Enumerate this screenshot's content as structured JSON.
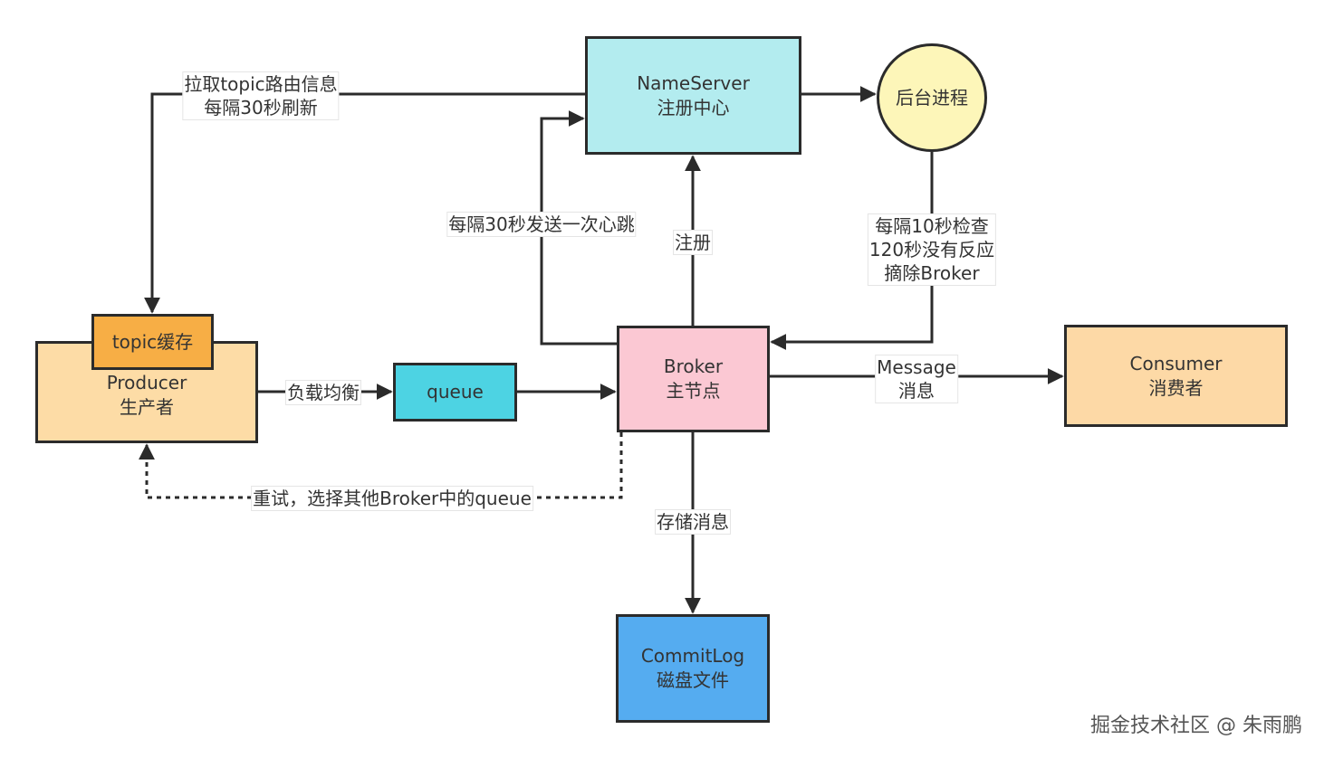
{
  "nodes": {
    "nameserver": {
      "line1": "NameServer",
      "line2": "注册中心"
    },
    "backend": {
      "label": "后台进程"
    },
    "topic_cache": {
      "label": "topic缓存"
    },
    "producer": {
      "line1": "Producer",
      "line2": "生产者"
    },
    "queue": {
      "label": "queue"
    },
    "broker": {
      "line1": "Broker",
      "line2": "主节点"
    },
    "consumer": {
      "line1": "Consumer",
      "line2": "消费者"
    },
    "commitlog": {
      "line1": "CommitLog",
      "line2": "磁盘文件"
    }
  },
  "edges": {
    "pull_route": {
      "line1": "拉取topic路由信息",
      "line2": "每隔30秒刷新"
    },
    "heartbeat": {
      "label": "每隔30秒发送一次心跳"
    },
    "register": {
      "label": "注册"
    },
    "check": {
      "line1": "每隔10秒检查",
      "line2": "120秒没有反应",
      "line3": "摘除Broker"
    },
    "load_balance": {
      "label": "负载均衡"
    },
    "message": {
      "line1": "Message",
      "line2": "消息"
    },
    "retry": {
      "label": "重试，选择其他Broker中的queue"
    },
    "store": {
      "label": "存储消息"
    }
  },
  "watermark": "掘金技术社区 @ 朱雨鹏"
}
